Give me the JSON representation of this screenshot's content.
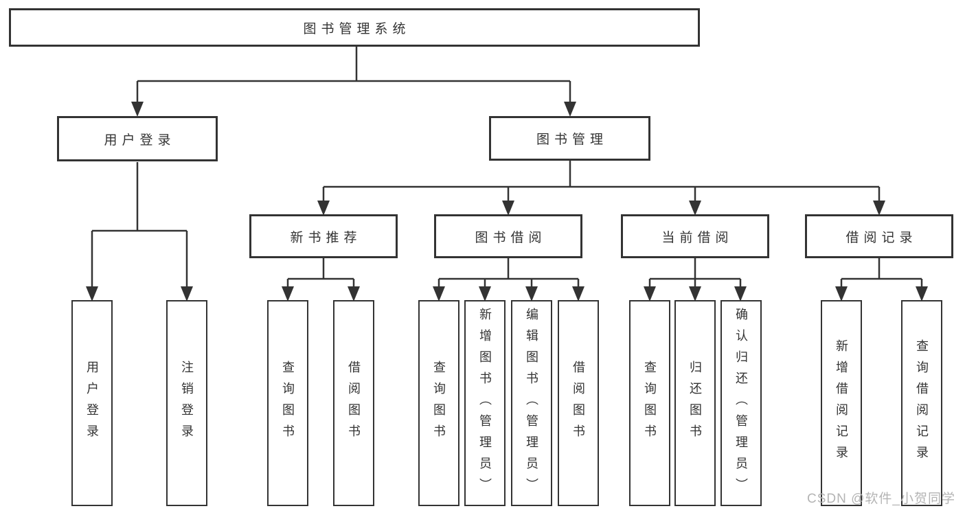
{
  "diagram": {
    "root": {
      "label": "图书管理系统"
    },
    "branches": [
      {
        "label": "用户登录",
        "children": [
          {
            "label": "用户登录"
          },
          {
            "label": "注销登录"
          }
        ]
      },
      {
        "label": "图书管理",
        "children": [
          {
            "label": "新书推荐",
            "children": [
              {
                "label": "查询图书"
              },
              {
                "label": "借阅图书"
              }
            ]
          },
          {
            "label": "图书借阅",
            "children": [
              {
                "label": "查询图书"
              },
              {
                "label": "新增图书（管理员）"
              },
              {
                "label": "编辑图书（管理员）"
              },
              {
                "label": "借阅图书"
              }
            ]
          },
          {
            "label": "当前借阅",
            "children": [
              {
                "label": "查询图书"
              },
              {
                "label": "归还图书"
              },
              {
                "label": "确认归还（管理员）"
              }
            ]
          },
          {
            "label": "借阅记录",
            "children": [
              {
                "label": "新增借阅记录"
              },
              {
                "label": "查询借阅记录"
              }
            ]
          }
        ]
      }
    ]
  },
  "watermark": {
    "label": "CSDN @软件_小贺同学"
  },
  "colors": {
    "line": "#333333",
    "text": "#333333",
    "watermark": "#b4b4b4",
    "background": "#ffffff"
  }
}
